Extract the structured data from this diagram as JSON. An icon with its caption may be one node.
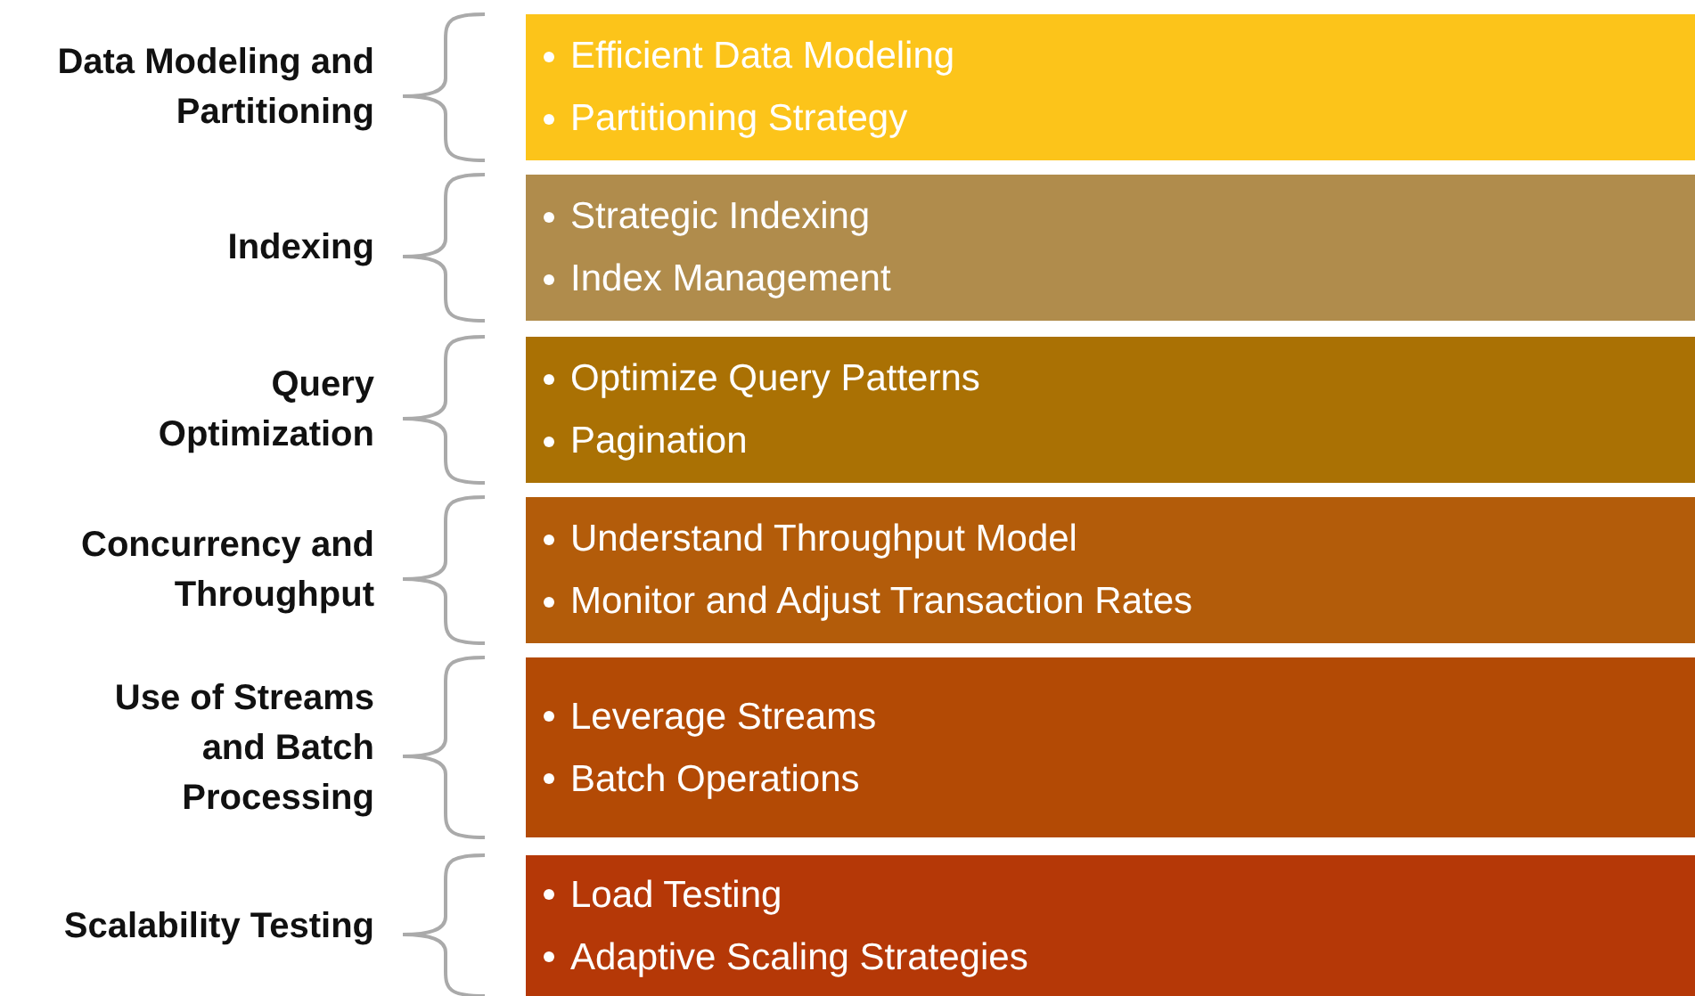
{
  "diagram": {
    "nodes": [
      {
        "text": [
          "Data Modeling and Partitioning",
          "Efficient Data Modeling",
          "Partitioning Strategy"
        ]
      },
      {
        "text": [
          "Indexing",
          "Strategic Indexing",
          "Index Management"
        ]
      },
      {
        "text": [
          "Query Optimization",
          "Optimize Query Patterns",
          "Pagination"
        ]
      },
      {
        "text": [
          "Concurrency and Throughput",
          "Understand Throughput Model",
          "Monitor and Adjust Transaction Rates"
        ]
      },
      {
        "text": [
          "Use of Streams and Batch Processing",
          "Leverage Streams",
          "Batch Operations"
        ]
      },
      {
        "text": [
          "Scalability Testing",
          "Load Testing",
          "Adaptive Scaling Strategies"
        ]
      }
    ]
  }
}
